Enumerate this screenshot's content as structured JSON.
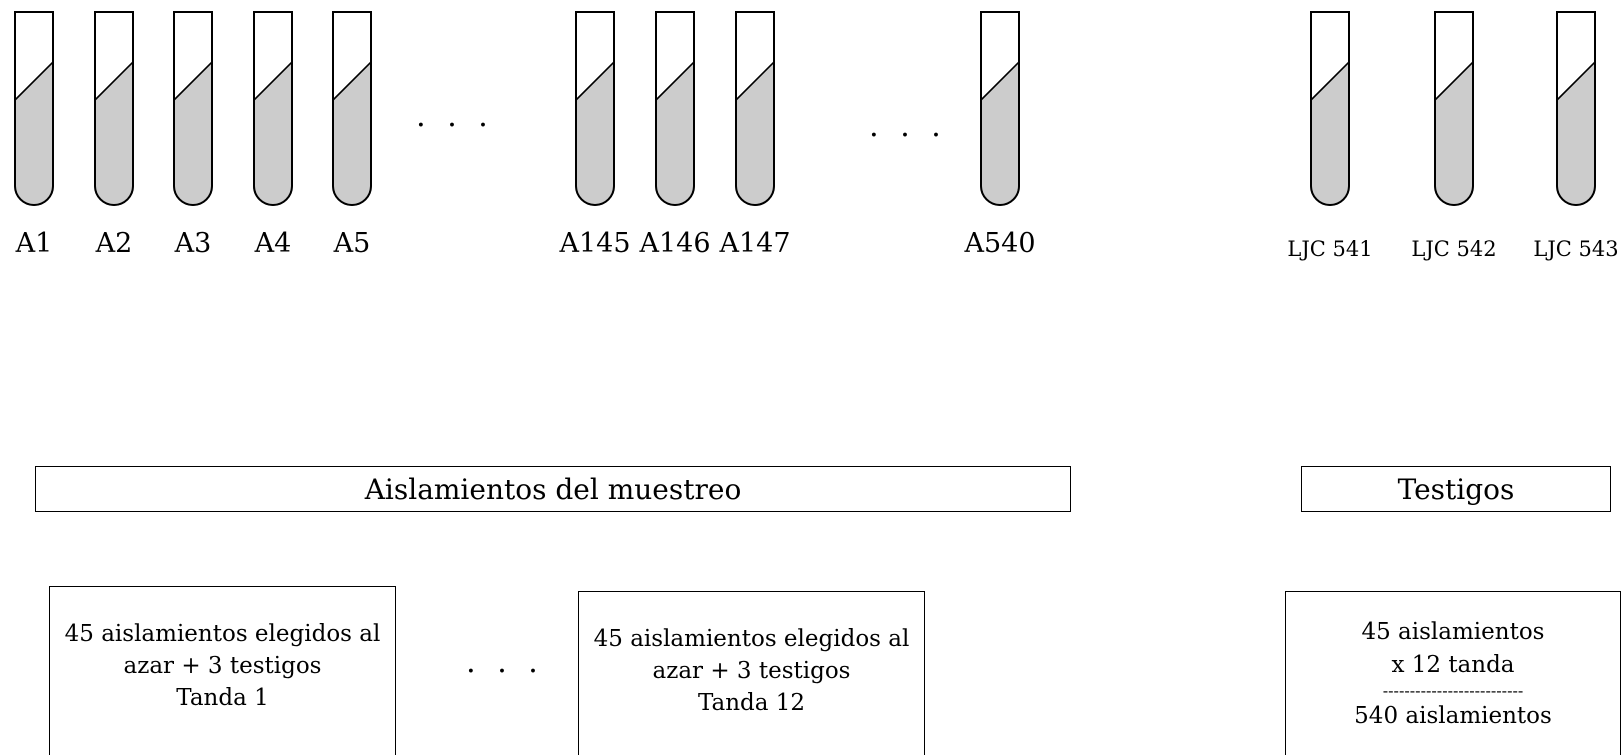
{
  "tubes": {
    "samples": [
      {
        "label": "A1"
      },
      {
        "label": "A2"
      },
      {
        "label": "A3"
      },
      {
        "label": "A4"
      },
      {
        "label": "A5"
      },
      {
        "label": "A145"
      },
      {
        "label": "A146"
      },
      {
        "label": "A147"
      },
      {
        "label": "A540"
      }
    ],
    "controls": [
      {
        "label": "LJC 541"
      },
      {
        "label": "LJC 542"
      },
      {
        "label": "LJC 543"
      }
    ],
    "ellipsis": "· · ·"
  },
  "headers": {
    "samples": "Aislamientos del muestreo",
    "controls": "Testigos"
  },
  "batches": {
    "batch1": {
      "line1": "45 aislamientos elegidos al",
      "line2": "azar + 3 testigos",
      "line3": "Tanda 1"
    },
    "batch12": {
      "line1": "45 aislamientos elegidos al",
      "line2": "azar + 3 testigos",
      "line3": "Tanda 12"
    },
    "ellipsis": "· · ·"
  },
  "summary": {
    "line1": "45 aislamientos",
    "line2": "x 12 tanda",
    "divider": "--------------------------",
    "line3": "540 aislamientos"
  },
  "colors": {
    "liquid": "#cccccc",
    "stroke": "#000000"
  }
}
